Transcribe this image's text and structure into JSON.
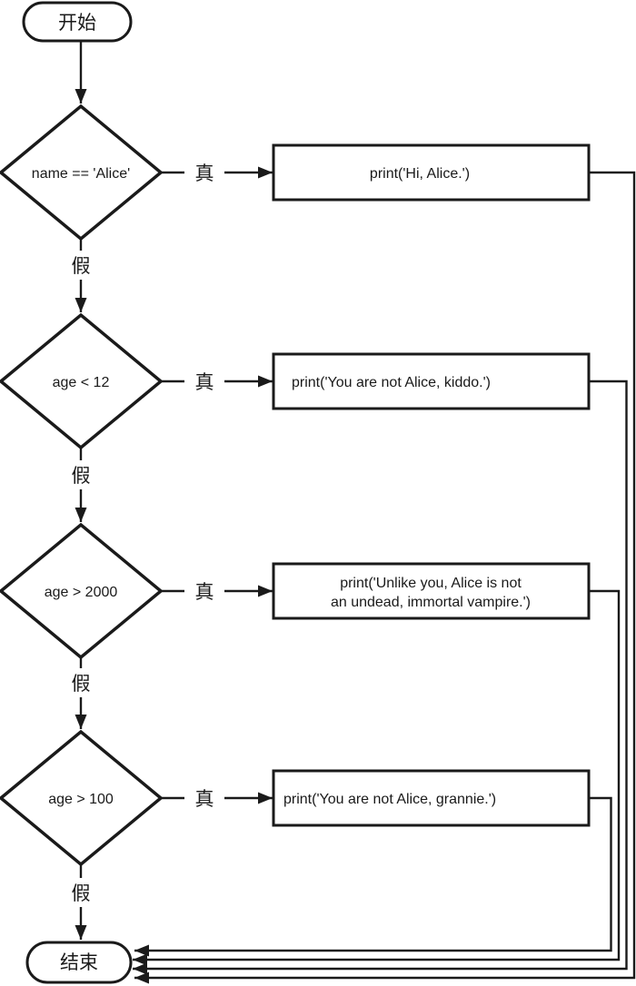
{
  "diagram": {
    "type": "flowchart",
    "colors": {
      "stroke": "#1a1a1a",
      "background": "#ffffff"
    },
    "start_label": "开始",
    "end_label": "结束",
    "true_label": "真",
    "false_label": "假",
    "decisions": [
      {
        "condition": "name == 'Alice'"
      },
      {
        "condition": "age < 12"
      },
      {
        "condition": "age > 2000"
      },
      {
        "condition": "age > 100"
      }
    ],
    "processes": [
      {
        "lines": [
          "print('Hi, Alice.')"
        ]
      },
      {
        "lines": [
          "print('You are not Alice, kiddo.')"
        ]
      },
      {
        "lines": [
          "print('Unlike you, Alice is not",
          "an undead, immortal vampire.')"
        ]
      },
      {
        "lines": [
          "print('You are not Alice, grannie.')"
        ]
      }
    ]
  }
}
